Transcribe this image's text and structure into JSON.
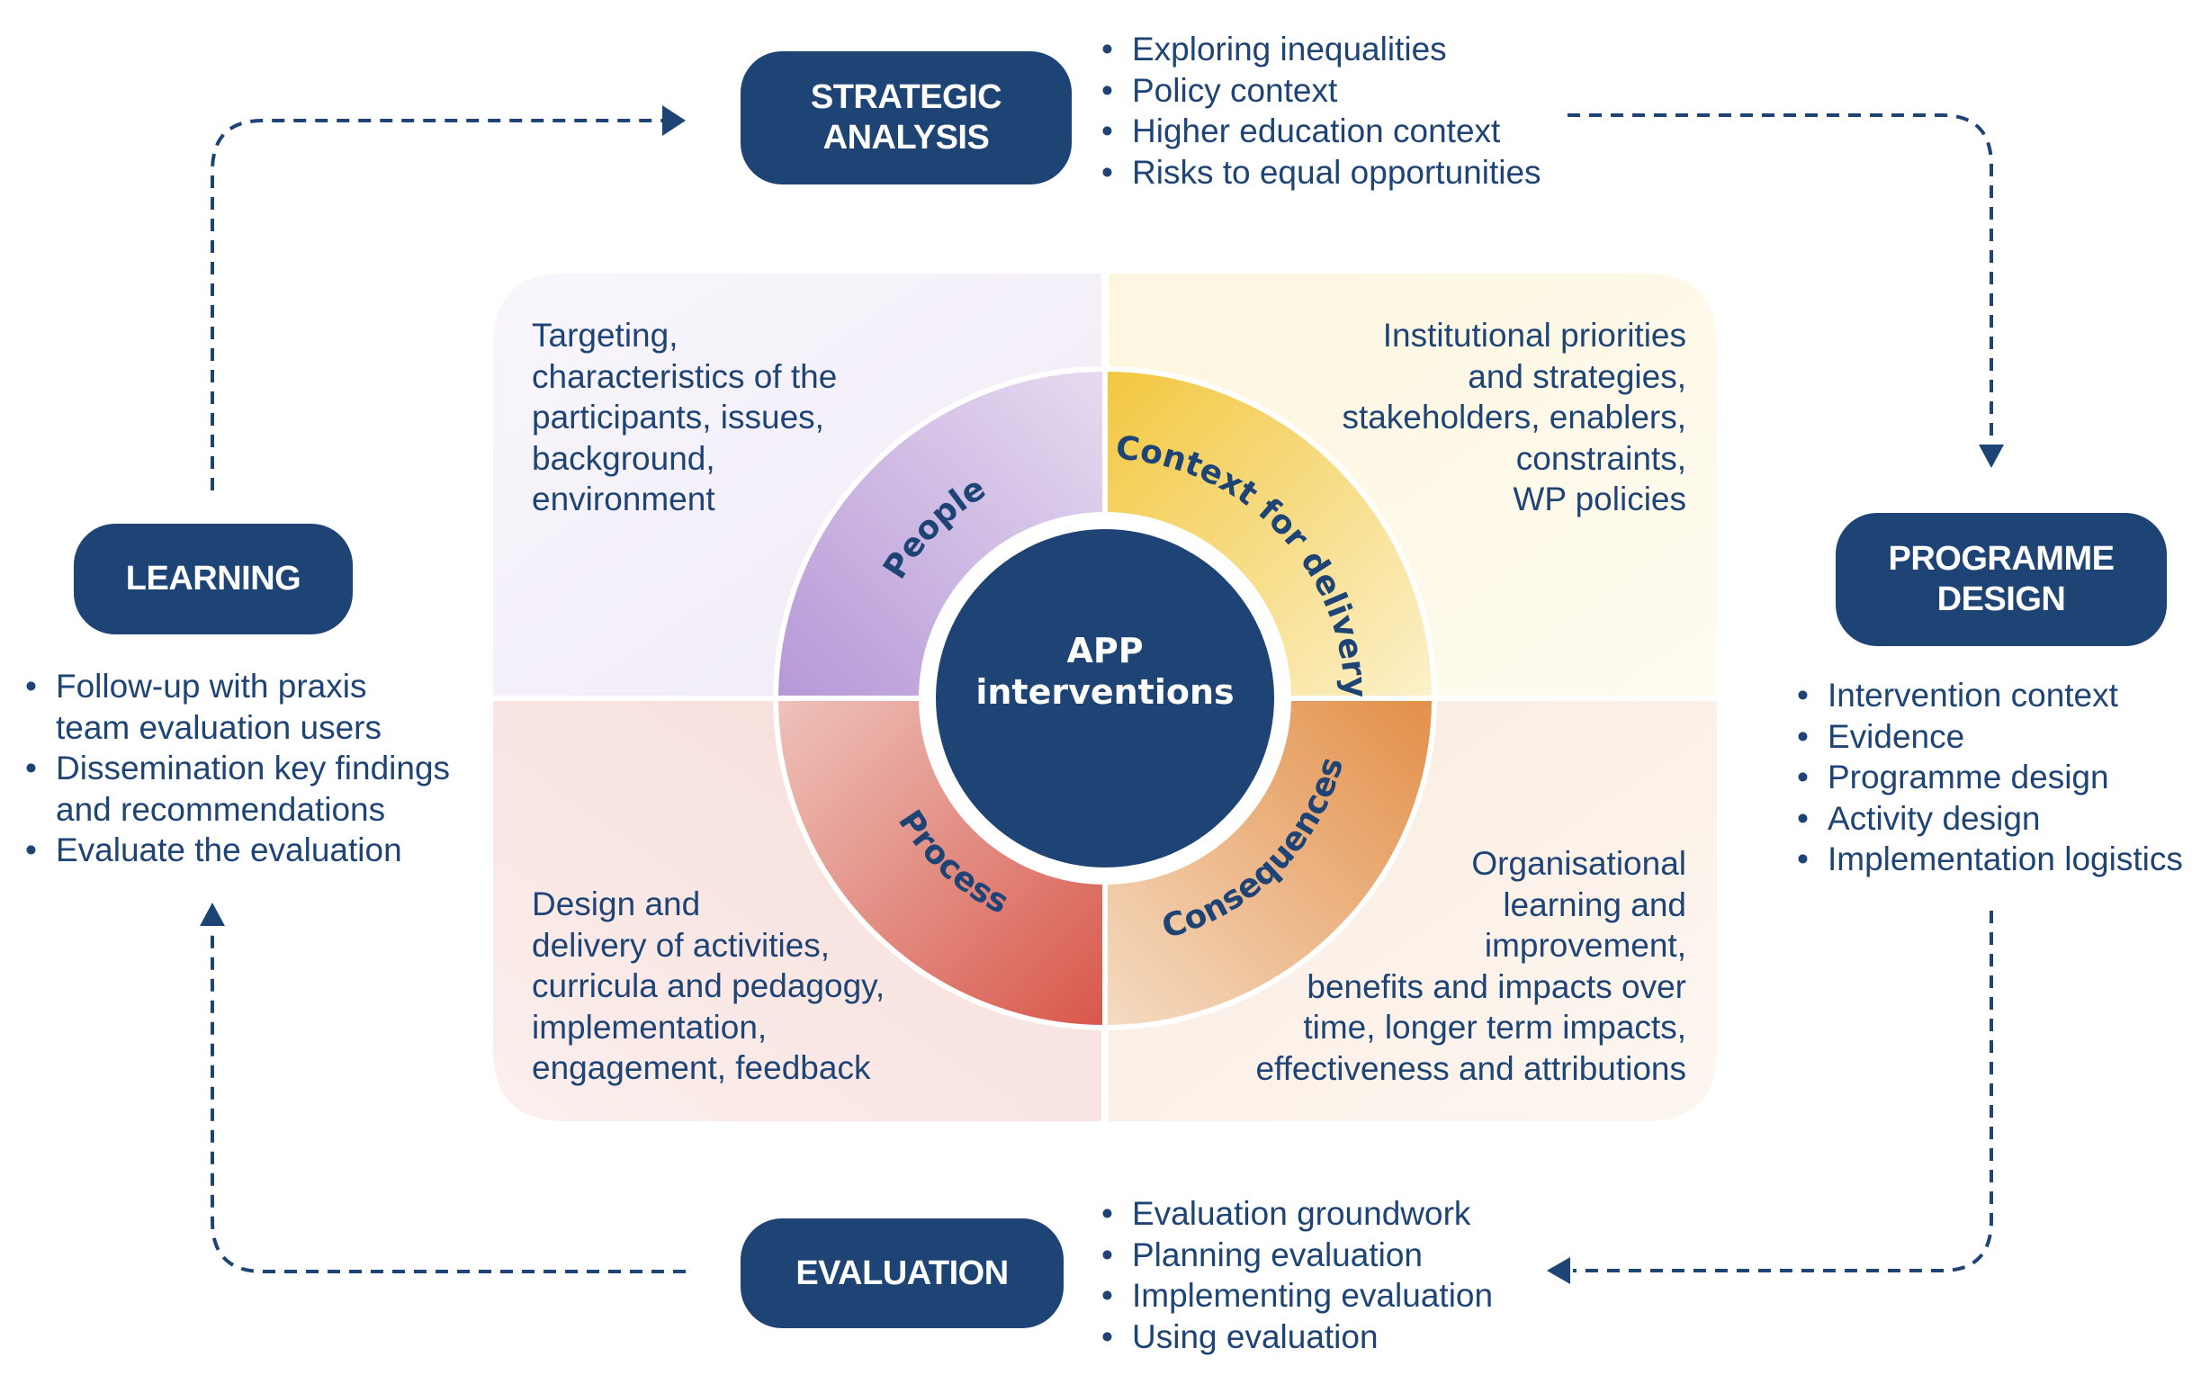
{
  "stages": {
    "strategic_analysis": {
      "title_lines": [
        "STRATEGIC",
        "ANALYSIS"
      ],
      "bullets": [
        "Exploring inequalities",
        "Policy context",
        "Higher education context",
        "Risks to equal opportunities"
      ]
    },
    "programme_design": {
      "title_lines": [
        "PROGRAMME",
        "DESIGN"
      ],
      "bullets": [
        "Intervention context",
        "Evidence",
        "Programme design",
        "Activity design",
        "Implementation logistics"
      ]
    },
    "evaluation": {
      "title_lines": [
        "EVALUATION"
      ],
      "bullets": [
        "Evaluation groundwork",
        "Planning evaluation",
        "Implementing evaluation",
        "Using evaluation"
      ]
    },
    "learning": {
      "title_lines": [
        "LEARNING"
      ],
      "bullets": [
        "Follow-up with praxis team evaluation users",
        "Dissemination key findings and recommendations",
        "Evaluate the evaluation"
      ],
      "bullet_lines": [
        [
          "Follow-up with praxis",
          "team evaluation users"
        ],
        [
          "Dissemination key findings",
          "and recommendations"
        ],
        [
          "Evaluate the evaluation"
        ]
      ]
    }
  },
  "center": {
    "title_lines": [
      "APP",
      "interventions"
    ]
  },
  "segments": {
    "people": {
      "label": "People",
      "description_lines": [
        "Targeting,",
        "characteristics of the",
        "participants, issues,",
        "background,",
        "environment"
      ]
    },
    "context": {
      "label": "Context for delivery",
      "description_lines": [
        "Institutional priorities",
        "and strategies,",
        "stakeholders, enablers,",
        "constraints,",
        "WP policies"
      ]
    },
    "process": {
      "label": "Process",
      "description_lines": [
        "Design and",
        "delivery of activities,",
        "curricula and pedagogy,",
        "implementation,",
        "engagement, feedback"
      ]
    },
    "consequences": {
      "label": "Consequences",
      "description_lines": [
        "Organisational",
        "learning and",
        "improvement,",
        "benefits and impacts over",
        "time, longer term impacts,",
        "effectiveness and attributions"
      ]
    }
  },
  "flow_arrows": [
    "learning-to-strategic-analysis",
    "strategic-analysis-to-programme-design",
    "programme-design-to-evaluation",
    "evaluation-to-learning"
  ],
  "colors": {
    "navy": "#1e4476",
    "people_light": "#e3d6ef",
    "people_dark": "#b697d7",
    "people_bg": "#f3eff8",
    "context_light": "#fbeec0",
    "context_dark": "#f2c73f",
    "context_bg": "#fdf8e7",
    "process_light": "#ecbcb4",
    "process_dark": "#d8574a",
    "process_bg": "#f8e4e2",
    "consequences_light": "#f4d9bd",
    "consequences_dark": "#e38f48",
    "consequences_bg": "#fbeee4"
  }
}
